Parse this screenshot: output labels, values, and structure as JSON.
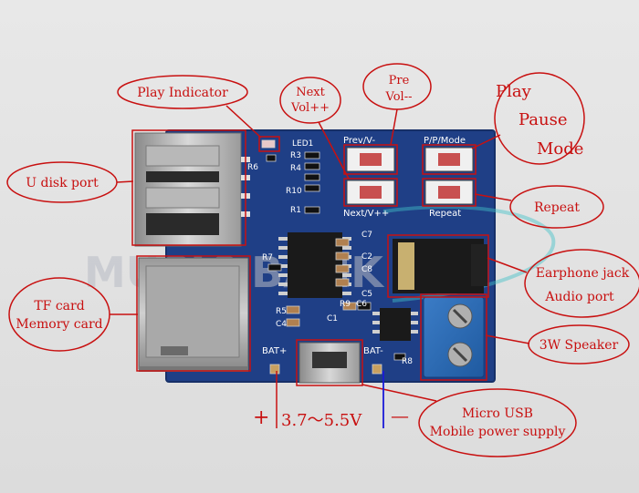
{
  "board": {
    "silkscreen": {
      "led1": "LED1",
      "r6": "R6",
      "r3": "R3",
      "r4": "R4",
      "r10": "R10",
      "r1": "R1",
      "r7": "R7",
      "r5": "R5",
      "c4": "C4",
      "c1": "C1",
      "c7": "C7",
      "c2": "C2",
      "c8": "C8",
      "c5": "C5",
      "r9": "R9",
      "c6": "C6",
      "r8": "R8",
      "prev": "Prev/V-",
      "ppmode": "P/P/Mode",
      "next": "Next/V++",
      "repeat": "Repeat",
      "bat_plus": "BAT+",
      "bat_minus": "BAT-"
    },
    "colors": {
      "pcb": "#1f3f86",
      "annotation": "#c81010",
      "minus_wire": "#1a1ad8"
    }
  },
  "annotations": {
    "play_indicator": "Play Indicator",
    "next_vol": [
      "Next",
      "Vol++"
    ],
    "pre_vol": [
      "Pre",
      "Vol--"
    ],
    "play_pause_mode": [
      "Play",
      "Pause",
      "Mode"
    ],
    "u_disk_port": "U disk port",
    "repeat": "Repeat",
    "earphone_jack": [
      "Earphone jack",
      "Audio port"
    ],
    "tf_card": [
      "TF card",
      "Memory card"
    ],
    "speaker": "3W Speaker",
    "micro_usb": [
      "Micro USB",
      "Mobile power supply"
    ],
    "voltage": "3.7～5.5V",
    "plus_sign": "+",
    "minus_sign": "—"
  },
  "watermark": "MUSIC BANK"
}
